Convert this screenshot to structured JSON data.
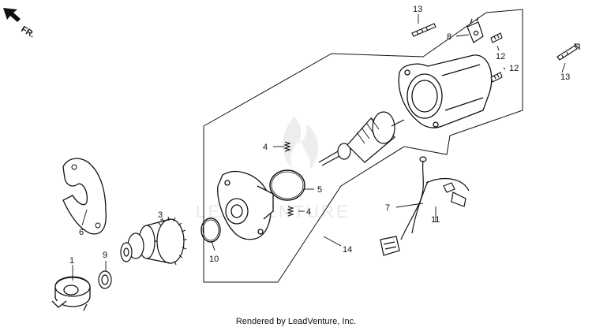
{
  "orientation_label": "FR.",
  "watermark": "LEADVENTURE",
  "footer_text": "Rendered by LeadVenture, Inc.",
  "callouts": {
    "c1": "1",
    "c3": "3",
    "c4a": "4",
    "c4b": "4",
    "c5": "5",
    "c6": "6",
    "c7": "7",
    "c8": "8",
    "c9": "9",
    "c10": "10",
    "c11": "11",
    "c12a": "12",
    "c12b": "12",
    "c13a": "13",
    "c13b": "13",
    "c14": "14"
  }
}
